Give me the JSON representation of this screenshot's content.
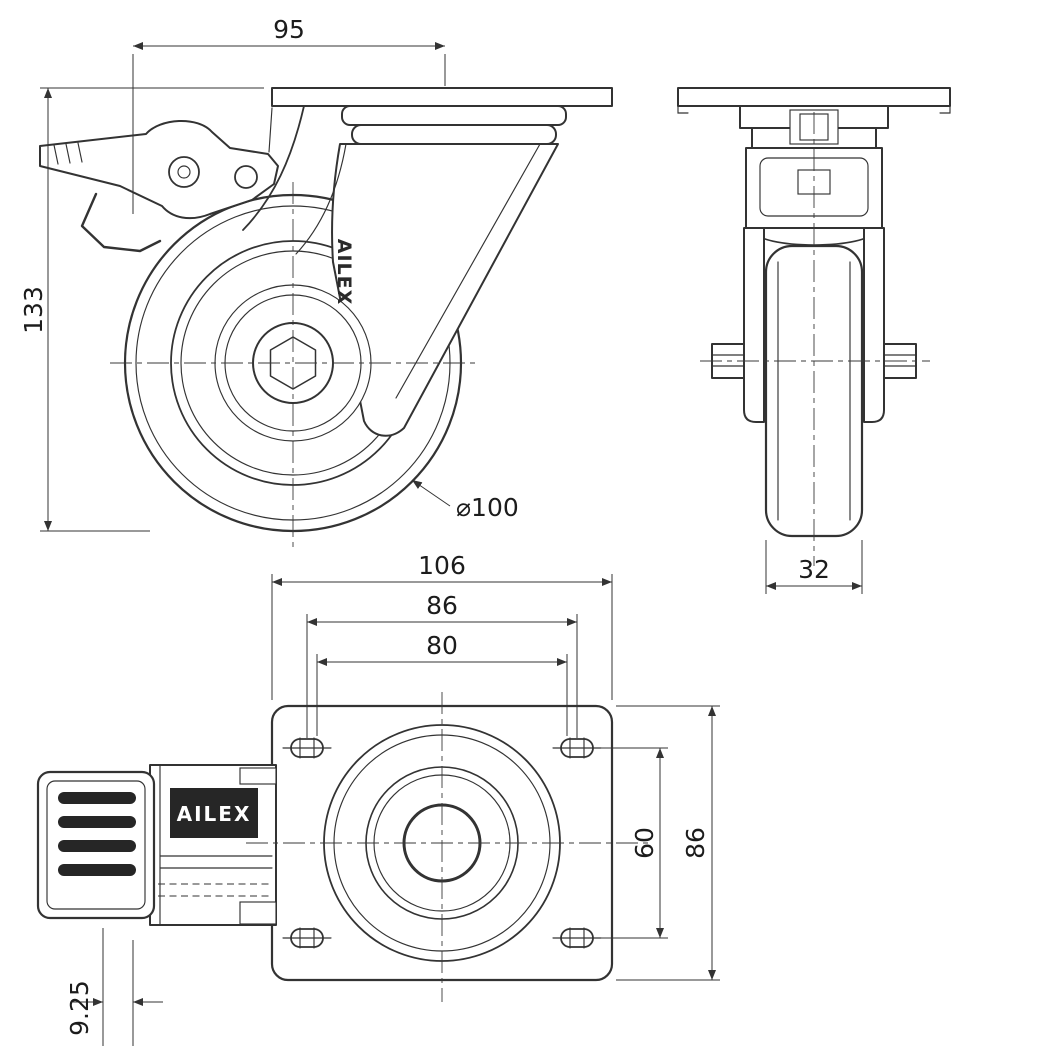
{
  "drawing": {
    "background": "#ffffff",
    "ink_color": "#333333",
    "logo": "AILEX",
    "views": {
      "side": {
        "dims": {
          "offset_width": "95",
          "overall_height": "133",
          "wheel_diameter": "⌀100"
        }
      },
      "front": {
        "dims": {
          "wheel_width": "32"
        }
      },
      "plan": {
        "dims": {
          "plate_width": "106",
          "hole_spacing_x": "86",
          "slot_span_x": "80",
          "hole_spacing_y": "60",
          "plate_depth": "86",
          "pedal_offset": "9.25"
        }
      }
    }
  }
}
